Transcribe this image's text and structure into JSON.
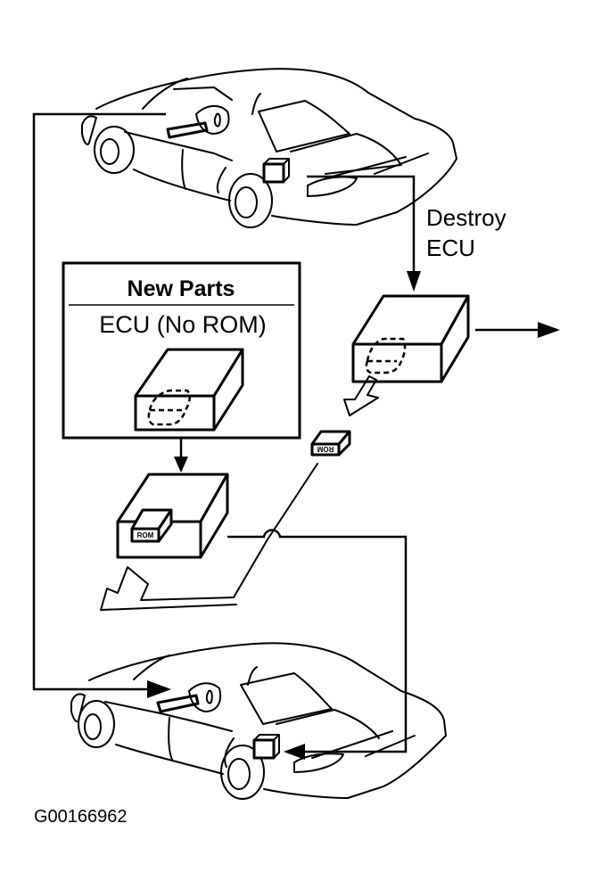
{
  "diagram": {
    "new_parts_box": {
      "title": "New Parts",
      "subtitle": "ECU (No ROM)"
    },
    "destroy_label": {
      "line1": "Destroy",
      "line2": "ECU"
    },
    "rom_chip_label": "ROM",
    "figure_id": "G00166962",
    "colors": {
      "ink": "#000000",
      "paper": "#ffffff"
    }
  }
}
